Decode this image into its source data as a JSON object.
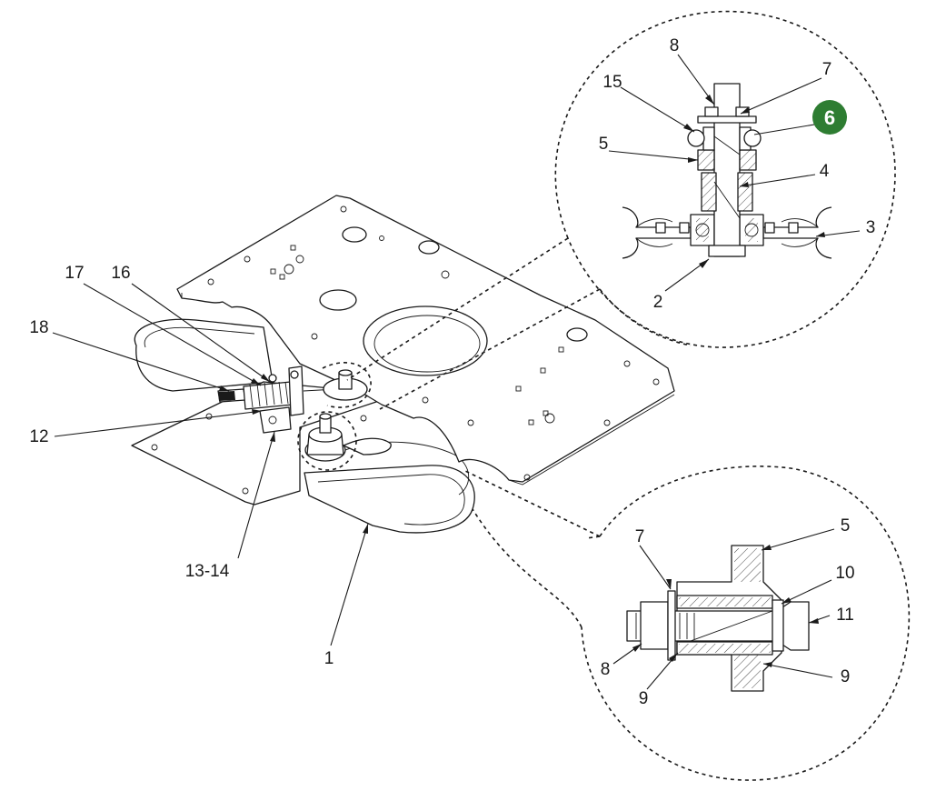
{
  "callouts": {
    "c1": "1",
    "c2": "2",
    "c3": "3",
    "c4": "4",
    "c5_top": "5",
    "c6": "6",
    "c7_top": "7",
    "c8_top": "8",
    "c15": "15",
    "c5_bot": "5",
    "c7_bot": "7",
    "c8_bot": "8",
    "c9_left": "9",
    "c9_right": "9",
    "c10": "10",
    "c11": "11",
    "c12": "12",
    "c13_14": "13-14",
    "c16": "16",
    "c17": "17",
    "c18": "18"
  },
  "colors": {
    "highlight_badge": "#2e7d32",
    "line": "#1a1a1a"
  }
}
